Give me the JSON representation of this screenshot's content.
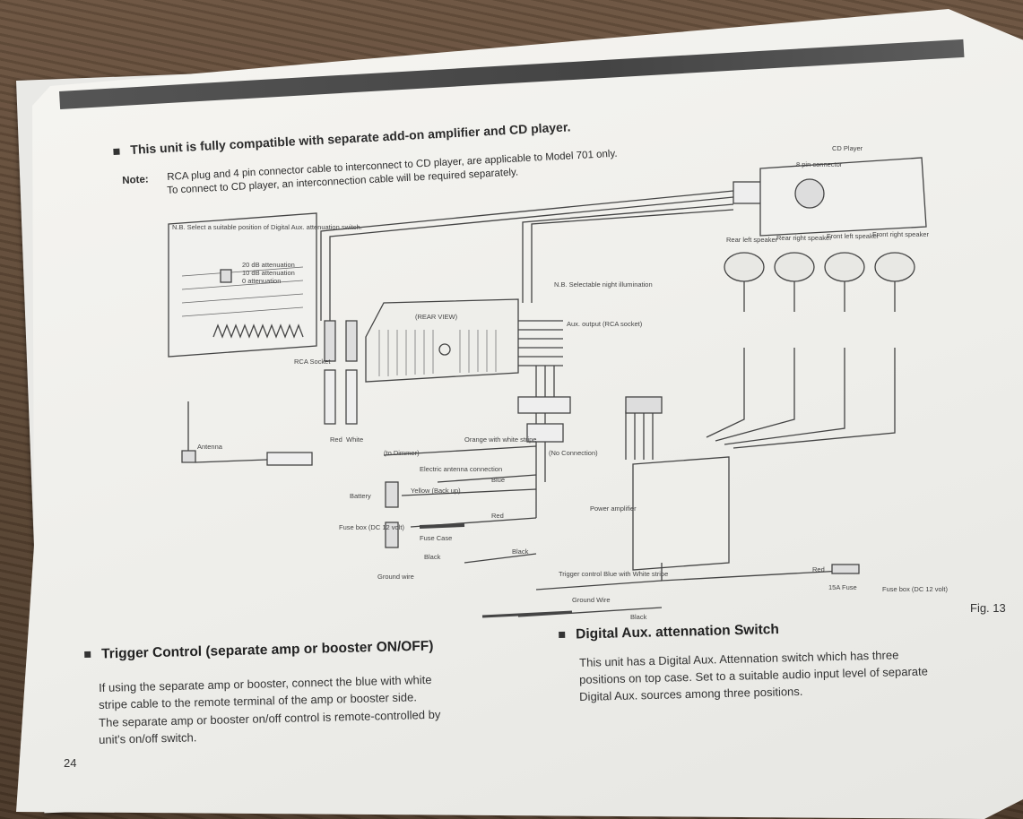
{
  "page": {
    "intro": "This unit is fully compatible with separate add-on amplifier and CD player.",
    "note_label": "Note:",
    "note_lines": [
      "RCA plug and 4 pin connector cable to interconnect to CD player, are applicable to Model 701 only.",
      "To connect to CD player, an interconnection cable will be required separately."
    ],
    "page_number": "24",
    "fig_label": "Fig. 13"
  },
  "diagram": {
    "nb_note": "N.B. Select a suitable position of Digital Aux. attenuation switch.",
    "atten_20": "20 dB attenuation",
    "atten_10": "10 dB attenuation",
    "atten_0": "0 attenuation",
    "rear_view": "(REAR VIEW)",
    "rca_socket": "RCA Socket",
    "antenna": "Antenna",
    "red": "Red",
    "white": "White",
    "to_dimmer": "(to Dimmer)",
    "orange_white": "Orange with white stripe",
    "electric_antenna": "Electric antenna connection",
    "blue": "Blue",
    "battery": "Battery",
    "yellow_backup": "Yellow (Back up)",
    "fuse_box_left": "Fuse box (DC 12 volt)",
    "fuse_case": "Fuse Case",
    "red2": "Red",
    "black1": "Black",
    "black2": "Black",
    "ground_wire_left": "Ground wire",
    "no_connection": "(No Connection)",
    "selectable_illum": "N.B. Selectable night illumination",
    "aux_output": "Aux. output (RCA socket)",
    "cd_player": "CD Player",
    "pin_connector": "8 pin connector",
    "rear_left": "Rear left speaker",
    "rear_right": "Rear right speaker",
    "front_left": "Front left speaker",
    "front_right": "Front right speaker",
    "power_amp": "Power amplifier",
    "trigger": "Trigger control Blue with White stripe",
    "ground_wire": "Ground Wire",
    "black3": "Black",
    "red3": "Red",
    "fuse_15a": "15A Fuse",
    "fuse_box_right": "Fuse box (DC 12 volt)"
  },
  "trigger_section": {
    "title": "Trigger Control (separate amp or booster ON/OFF)",
    "lines": [
      "If using the separate amp or booster, connect the blue with white",
      "stripe cable to the remote terminal of the amp or booster side.",
      "The separate amp or booster on/off control is remote-controlled by",
      "unit's on/off switch."
    ]
  },
  "digital_section": {
    "title": "Digital Aux. attennation Switch",
    "lines": [
      "This unit has a Digital Aux. Attennation switch which has three",
      "positions on top case. Set to a suitable audio input level of separate",
      "Digital Aux. sources among three positions."
    ]
  }
}
